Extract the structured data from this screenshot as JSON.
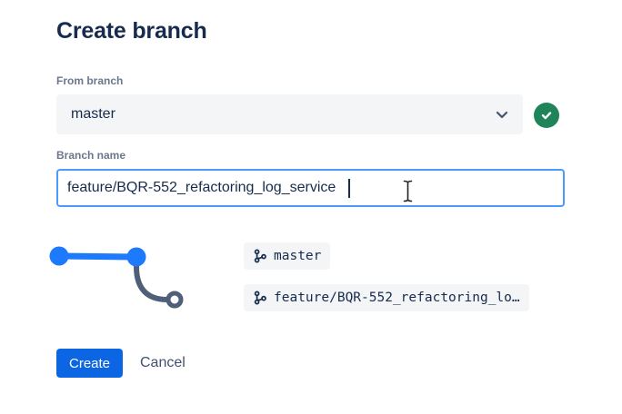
{
  "dialog": {
    "title": "Create branch",
    "from_branch": {
      "label": "From branch",
      "selected_value": "master",
      "validation": "valid"
    },
    "branch_name": {
      "label": "Branch name",
      "value": "feature/BQR-552_refactoring_log_service"
    },
    "branch_preview": {
      "source_branch_label": "master",
      "new_branch_label": "feature/BQR-552_refactoring_lo…"
    },
    "actions": {
      "create_label": "Create",
      "cancel_label": "Cancel"
    },
    "icons": {
      "chevron": "chevron-down-icon",
      "valid": "check-circle-icon",
      "branch": "git-branch-icon",
      "pointer": "text-cursor-pointer-icon"
    },
    "colors": {
      "title_text": "#172B4D",
      "label_text": "#6B778C",
      "field_bg": "#F4F5F7",
      "focus_border": "#4C9AFF",
      "success_green": "#1F845A",
      "graph_blue": "#1D7AFC",
      "graph_gray": "#505F79",
      "primary_button_bg": "#0C66E4",
      "primary_button_text": "#FFFFFF",
      "cancel_text": "#42526E"
    }
  }
}
